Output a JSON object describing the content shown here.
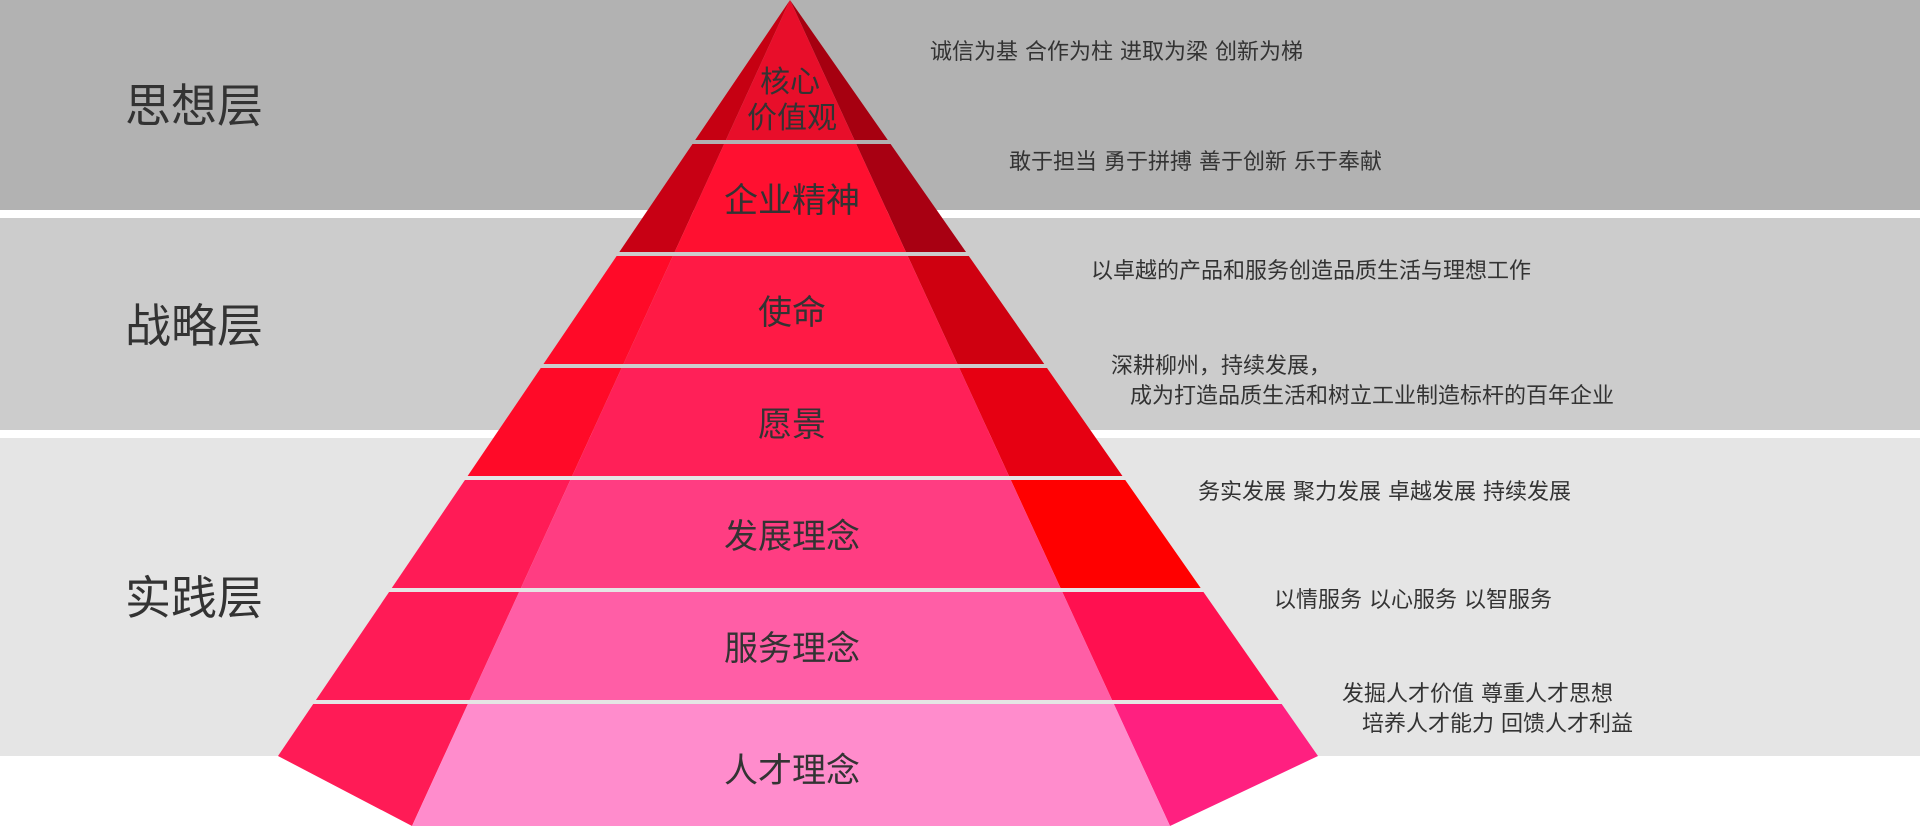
{
  "layers": [
    {
      "label": "思想层"
    },
    {
      "label": "战略层"
    },
    {
      "label": "实践层"
    }
  ],
  "levels": [
    {
      "name_lines": [
        "核心",
        "价值观"
      ],
      "descriptions": [
        "诚信为基  合作为柱  进取为梁  创新为梯"
      ]
    },
    {
      "name_lines": [
        "企业精神"
      ],
      "descriptions": [
        "敢于担当  勇于拼搏  善于创新  乐于奉献"
      ]
    },
    {
      "name_lines": [
        "使命"
      ],
      "descriptions": [
        "以卓越的产品和服务创造品质生活与理想工作"
      ]
    },
    {
      "name_lines": [
        "愿景"
      ],
      "descriptions": [
        "深耕柳州，持续发展，",
        "成为打造品质生活和树立工业制造标杆的百年企业"
      ]
    },
    {
      "name_lines": [
        "发展理念"
      ],
      "descriptions": [
        "务实发展  聚力发展  卓越发展  持续发展"
      ]
    },
    {
      "name_lines": [
        "服务理念"
      ],
      "descriptions": [
        "以情服务  以心服务  以智服务"
      ]
    },
    {
      "name_lines": [
        "人才理念"
      ],
      "descriptions": [
        "发掘人才价值  尊重人才思想",
        "培养人才能力  回馈人才利益"
      ]
    }
  ],
  "colors": {
    "layer_bands": [
      "#b2b2b2",
      "#cccccc",
      "#e5e5e5"
    ],
    "front_faces": [
      "#e80e2a",
      "#ff1030",
      "#ff1a45",
      "#ff2058",
      "#ff3d82",
      "#ff5ea6",
      "#ff8ccc"
    ],
    "left_faces": [
      "#c60012",
      "#c80014",
      "#ff0a28",
      "#ff0a28",
      "#ff1b56",
      "#ff1b56",
      "#ff1b56"
    ],
    "right_faces": [
      "#a60010",
      "#a80012",
      "#cf0010",
      "#e60012",
      "#ff0000",
      "#ff1050",
      "#ff2080"
    ],
    "separator": "#ffffff"
  }
}
